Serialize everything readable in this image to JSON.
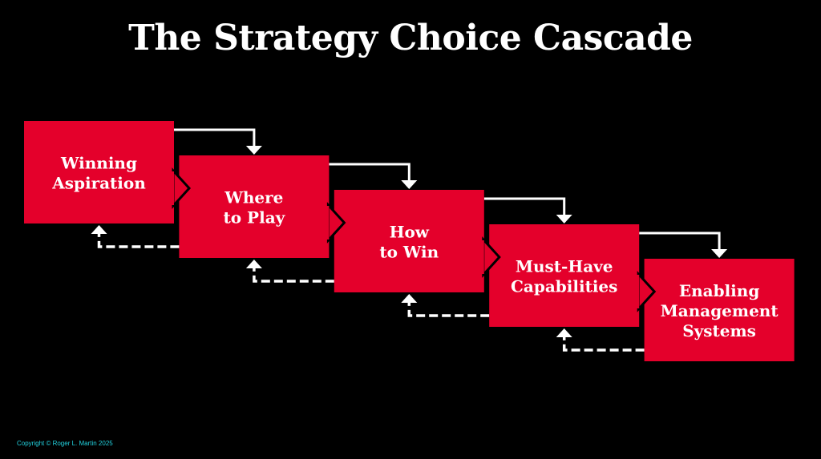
{
  "title": "The Strategy Choice Cascade",
  "steps": [
    {
      "lines": [
        "Winning",
        "Aspiration"
      ]
    },
    {
      "lines": [
        "Where",
        "to Play"
      ]
    },
    {
      "lines": [
        "How",
        "to Win"
      ]
    },
    {
      "lines": [
        "Must-Have",
        "Capabilities"
      ]
    },
    {
      "lines": [
        "Enabling",
        "Management",
        "Systems"
      ]
    }
  ],
  "copyright": "Copyright © Roger L. Martin 2025",
  "colors": {
    "box": "#e4002b",
    "arrow": "#ffffff",
    "copyright": "#22d3e0"
  }
}
